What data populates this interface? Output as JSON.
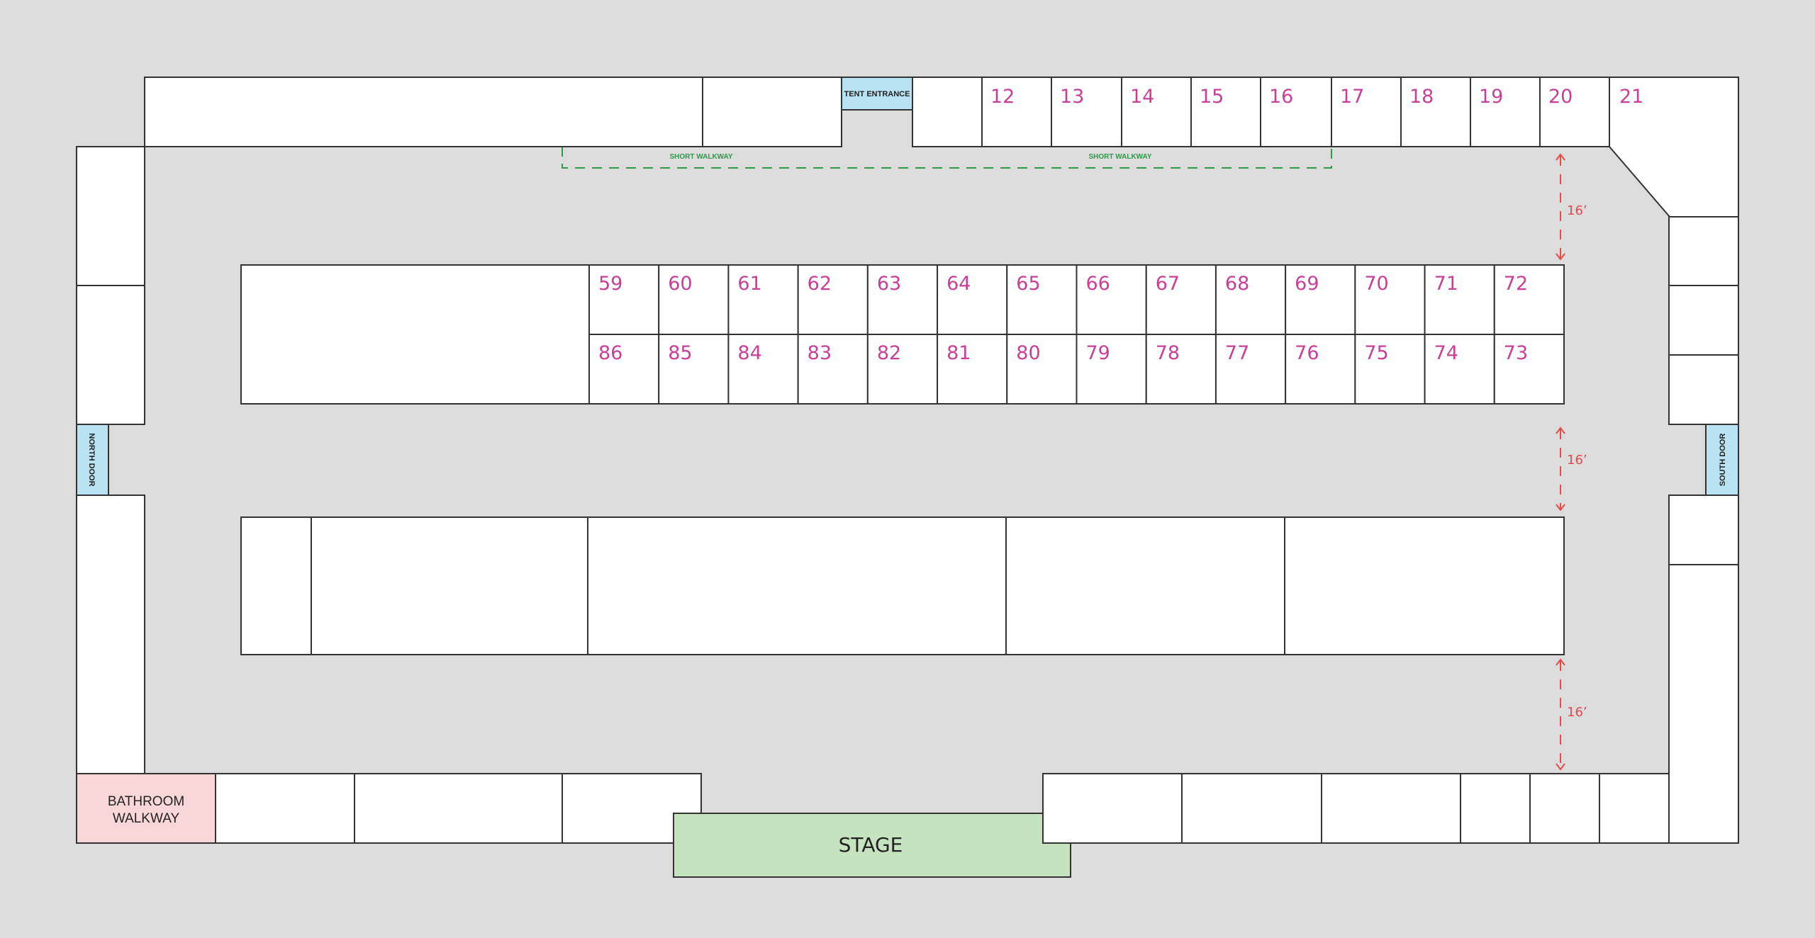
{
  "labels": {
    "tent_entrance": "TENT ENTRANCE",
    "short_walkway_left": "SHORT WALKWAY",
    "short_walkway_right": "SHORT WALKWAY",
    "north_door": "NORTH DOOR",
    "south_door": "SOUTH DOOR",
    "bathroom_line1": "BATHROOM",
    "bathroom_line2": "WALKWAY",
    "stage": "STAGE",
    "dim_top": "16’",
    "dim_middle": "16’",
    "dim_bottom": "16’"
  },
  "booths": {
    "top_row": [
      "",
      "12",
      "13",
      "14",
      "15",
      "16",
      "17",
      "18",
      "19",
      "20"
    ],
    "corner": "21",
    "middle_upper": [
      "59",
      "60",
      "61",
      "62",
      "63",
      "64",
      "65",
      "66",
      "67",
      "68",
      "69",
      "70",
      "71",
      "72"
    ],
    "middle_lower": [
      "86",
      "85",
      "84",
      "83",
      "82",
      "81",
      "80",
      "79",
      "78",
      "77",
      "76",
      "75",
      "74",
      "73"
    ]
  },
  "colors": {
    "booth_number": "#c93f97",
    "door": "#b9e2f2",
    "stage": "#c6e3bf",
    "bathroom": "#f9d7d9",
    "walkway": "#2f9a4a",
    "dimension": "#e8494a"
  }
}
